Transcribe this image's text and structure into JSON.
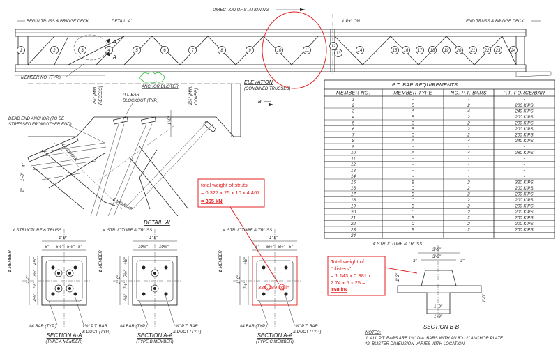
{
  "elevation": {
    "direction": "DIRECTION OF STATIONING",
    "begin": "BEGIN TRUSS & BRIDGE DECK",
    "detail_ref": "DETAIL 'A'",
    "pylon": "℄ PYLON",
    "end": "END TRUSS & BRIDGE DECK",
    "section_a": "A",
    "member_no": "MEMBER NO. (TYP.)",
    "title": "ELEVATION",
    "subtitle": "(COMBINED TRUSSES)",
    "members": [
      "1",
      "2",
      "3",
      "4",
      "5",
      "6",
      "7",
      "8",
      "9",
      "10",
      "11",
      "12",
      "13",
      "14",
      "15",
      "16",
      "17",
      "18",
      "19",
      "20",
      "21",
      "22",
      "23",
      "24"
    ]
  },
  "detail": {
    "title": "DETAIL 'A'",
    "anchor_blister": "ANCHOR BLISTER",
    "pt_bar_blockout": "P.T. BAR\nBLOCKOUT (TYP.)",
    "min_recess": "7½\" (MIN.\nRECESS)",
    "min_cover": "2½\" (MIN.\nCOVER)",
    "dead_end": "DEAD END ANCHOR (TO BE\nSTRESSED FROM OTHER END)",
    "member1": "℄ MEMBER",
    "member2": "℄ MEMBER",
    "dim_1_8": "1'-8\"",
    "dim_4": "4\"",
    "dim_2": "2\"",
    "section_b": "B"
  },
  "table": {
    "title": "P.T. BAR REQUIREMENTS",
    "headers": [
      "MEMBER NO.",
      "MEMBER TYPE",
      "NO. P.T. BARS",
      "P.T. FORCE/BAR"
    ],
    "rows": [
      [
        "1",
        "-",
        "-",
        "-"
      ],
      [
        "2",
        "B",
        "2",
        "200 KIPS"
      ],
      [
        "3",
        "A",
        "4",
        "240 KIPS"
      ],
      [
        "4",
        "B",
        "2",
        "200 KIPS"
      ],
      [
        "5",
        "C",
        "2",
        "200 KIPS"
      ],
      [
        "6",
        "B",
        "2",
        "200 KIPS"
      ],
      [
        "7",
        "C",
        "2",
        "200 KIPS"
      ],
      [
        "8",
        "A",
        "4",
        "240 KIPS"
      ],
      [
        "9",
        "-",
        "-",
        "-"
      ],
      [
        "10",
        "A",
        "4",
        "280 KIPS"
      ],
      [
        "11",
        "-",
        "-",
        "-"
      ],
      [
        "12",
        "-",
        "-",
        "-"
      ],
      [
        "13",
        "-",
        "-",
        "-"
      ],
      [
        "14",
        "-",
        "-",
        "-"
      ],
      [
        "15",
        "B",
        "2",
        "320 KIPS"
      ],
      [
        "16",
        "C",
        "2",
        "200 KIPS"
      ],
      [
        "17",
        "B",
        "2",
        "200 KIPS"
      ],
      [
        "18",
        "C",
        "2",
        "200 KIPS"
      ],
      [
        "19",
        "B",
        "2",
        "200 KIPS"
      ],
      [
        "20",
        "C",
        "2",
        "200 KIPS"
      ],
      [
        "21",
        "B",
        "2",
        "200 KIPS"
      ],
      [
        "22",
        "C",
        "2",
        "200 KIPS"
      ],
      [
        "23",
        "B",
        "2",
        "200 KIPS"
      ],
      [
        "24",
        "-",
        "-",
        "-"
      ]
    ]
  },
  "sections": [
    {
      "title": "SECTION A-A",
      "sub": "(TYPE A MEMBER)",
      "cl": "℄ STRUCTURE & TRUSS",
      "width": "1'-9\"",
      "d1": "5\"",
      "d2": "5½\"",
      "d3": "5½\"",
      "d4": "5\"",
      "height": "2'-0\"",
      "h1": "4½\"",
      "h2": "7½\"",
      "h3": "7½\"",
      "h4": "4½\"",
      "member": "℄ MEMBER",
      "bar": "#4 BAR (TYP.)",
      "pt": "1⅜\" P.T. BAR\n& DUCT (TYP.)"
    },
    {
      "title": "SECTION A-A",
      "sub": "(TYPE B MEMBER)",
      "cl": "℄ STRUCTURE & TRUSS",
      "width": "1'-9\"",
      "d1": "10½\"",
      "d2": "10½\"",
      "height": "2'-0\"",
      "h1": "4½\"",
      "h2": "7½\"",
      "h3": "7½\"",
      "h4": "4½\"",
      "member": "℄ MEMBER",
      "bar": "#4 BAR (TYP.)",
      "pt": "1⅜\" P.T. BAR\n& DUCT (TYP.)"
    },
    {
      "title": "SECTION A-A",
      "sub": "(TYPE C MEMBER)",
      "cl": "℄ STRUCTURE & TRUSS",
      "width": "1'-9\"",
      "d1": "5\"",
      "d2": "5½\"",
      "d3": "5½\"",
      "d4": "5\"",
      "height": "1'-0\"",
      "height2": "1'-0\"",
      "h1": "4½\"",
      "h2": "7½\"",
      "member": "℄ MEMBER",
      "bar": "#4 BAR (TYP.)",
      "pt": "1⅜\" P.T. BAR\n& DUCT (TYP.)"
    }
  ],
  "section_bb": {
    "title": "SECTION B-B",
    "cl": "℄ STRUCTURE & TRUSS",
    "w1": "3'-9\"",
    "w2": "3'-3\"",
    "d1": "3\"",
    "d2": "3\"",
    "h": "1'-3\"",
    "h2": "1'-0\"",
    "b": "1'-9\"",
    "b2": "1'-9\""
  },
  "notes": {
    "title": "NOTES:",
    "n1": "1. ALL P.T. BARS ARE 1⅜\" DIA. BARS WITH AN 8\"x12\" ANCHOR PLATE.",
    "n2": "*2. BLISTER DIMENSION VARIES WITH LOCATION."
  },
  "annotations": {
    "struts": [
      "total weight of struts",
      "= 0.327 x 25 x 10 x 4.467"
    ],
    "struts_result": "= 365 kN",
    "blisters": [
      "Total weight of",
      "\"blisters\"",
      "= 1.143 x 0.381 x",
      "2.74 x 5 x 25 ="
    ],
    "blisters_result": "150 kN",
    "area": "326.689 sq in"
  },
  "colors": {
    "markup": "#e32222",
    "line": "#222222",
    "cloud": "#2fbf3a"
  }
}
